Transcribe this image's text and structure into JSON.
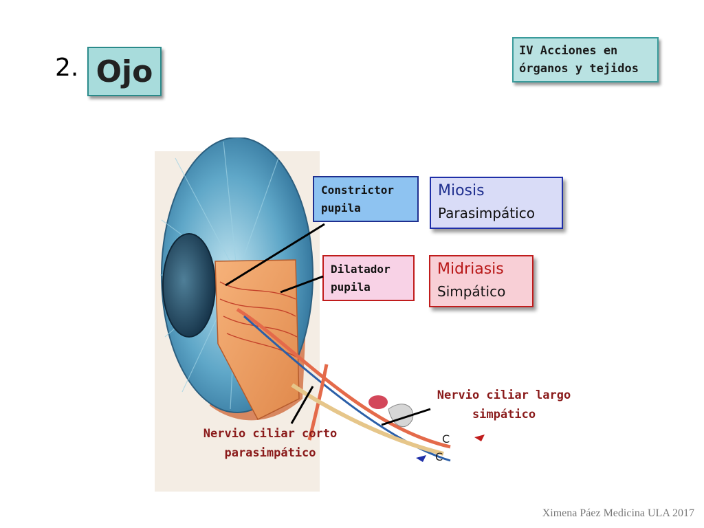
{
  "slide": {
    "number": "2.",
    "title": "Ojo",
    "section": {
      "line1": "IV Acciones en",
      "line2": "órganos y tejidos"
    }
  },
  "labels": {
    "constrictor": {
      "line1": "Constrictor",
      "line2": "pupila"
    },
    "dilatador": {
      "line1": "Dilatador",
      "line2": "pupila"
    }
  },
  "effects": {
    "miosis": {
      "name": "Miosis",
      "system": "Parasimpático"
    },
    "midriasis": {
      "name": "Midriasis",
      "system": "Simpático"
    }
  },
  "nerves": {
    "largo": {
      "line1": "Nervio ciliar largo",
      "line2": "simpático"
    },
    "corto": {
      "line1": "Nervio ciliar corto",
      "line2": "parasimpático"
    }
  },
  "credit": "Ximena Páez Medicina ULA 2017",
  "colors": {
    "accent_teal": "#2a8a8a",
    "parasympathetic_blue": "#1f2fa8",
    "sympathetic_red": "#c01c1c"
  }
}
